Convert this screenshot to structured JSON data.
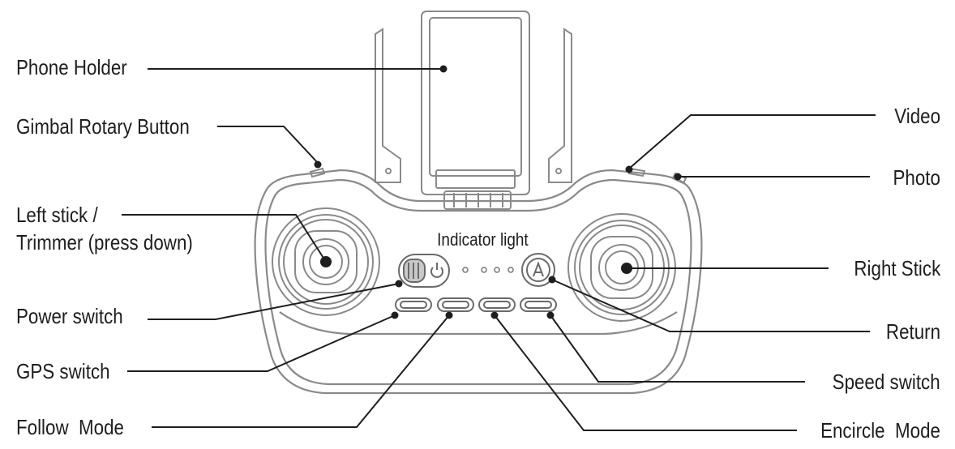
{
  "labels": {
    "phone_holder": "Phone Holder",
    "gimbal_rotary_button": "Gimbal Rotary Button",
    "left_stick_line1": "Left stick /",
    "left_stick_line2": "Trimmer (press down)",
    "power_switch": "Power switch",
    "gps_switch": "GPS switch",
    "follow_mode": "Follow  Mode",
    "video": "Video",
    "photo": "Photo",
    "right_stick": "Right Stick",
    "return": "Return",
    "speed_switch": "Speed switch",
    "encircle_mode": "Encircle  Mode",
    "indicator_light": "Indicator light"
  },
  "colors": {
    "line": "#1e1e1e",
    "outline": "#8a8a8a",
    "text": "#1e1e1e"
  }
}
